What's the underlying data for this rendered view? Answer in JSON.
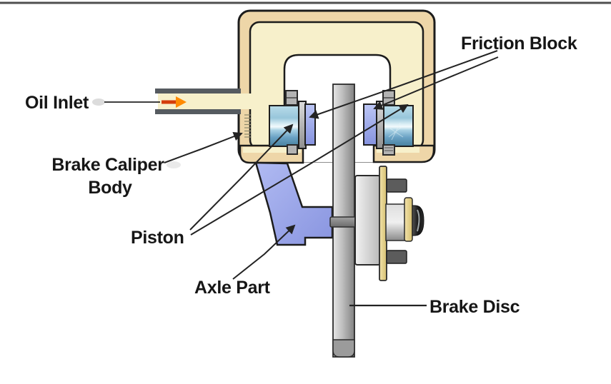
{
  "diagram": {
    "labels": {
      "oil_inlet": "Oil Inlet",
      "brake_caliper_body": {
        "line1": "Brake Caliper",
        "line2": "Body"
      },
      "piston": "Piston",
      "axle_part": "Axle Part",
      "friction_block": "Friction Block",
      "brake_disc": "Brake Disc"
    },
    "colors": {
      "outline": "#1c1c1c",
      "caliper_outer_tan": "#eed6a8",
      "caliper_inner_cream": "#f7f0cb",
      "piston_blue": "#7fb3d2",
      "friction_block_lavender": "#99a5e6",
      "axle_part_blue": "#98a4e8",
      "disc_gray": "#aeaeae",
      "hub_gold": "#e4cf8e",
      "bolt_gray": "#5c5c5c",
      "oil_arrow_head": "#ff8a00",
      "oil_arrow_tail": "#d43d0a",
      "channel_wall_gray": "#565b60",
      "leader_line": "#232323"
    }
  }
}
